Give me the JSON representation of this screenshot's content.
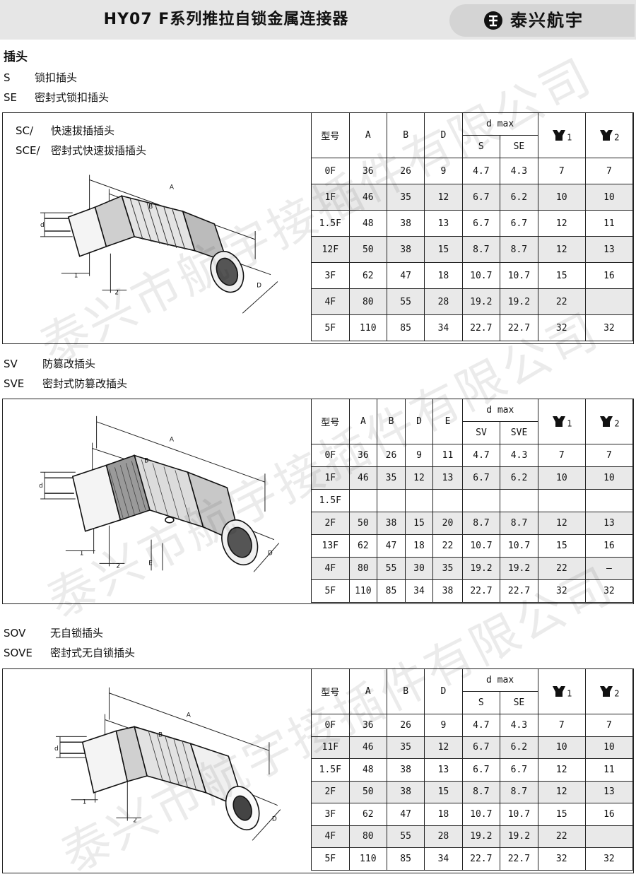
{
  "header": {
    "title": "HY07 F系列推拉自锁金属连接器",
    "brand": "泰兴航宇"
  },
  "section_title": "插头",
  "top_labels": [
    {
      "code": "S",
      "desc": "锁扣插头"
    },
    {
      "code": "SE",
      "desc": "密封式锁扣插头"
    }
  ],
  "watermark": "泰兴市航宇接插件有限公司",
  "panels": [
    {
      "inner_labels": [
        {
          "code": "SC/",
          "desc": "快速拔插插头"
        },
        {
          "code": "SCE/",
          "desc": "密封式快速拔插插头"
        }
      ],
      "dim_labels": {
        "A": "A",
        "B": "B",
        "d": "d",
        "D": "D",
        "w1": "1",
        "w2": "2"
      },
      "table": {
        "headers": [
          "型号",
          "A",
          "B",
          "D"
        ],
        "dmax_label": "d max",
        "dmax_cols": [
          "S",
          "SE"
        ],
        "wrench_subs": [
          "1",
          "2"
        ],
        "rows": [
          [
            "0F",
            "36",
            "26",
            "9",
            "4.7",
            "4.3",
            "7",
            "7"
          ],
          [
            "1F",
            "46",
            "35",
            "12",
            "6.7",
            "6.2",
            "10",
            "10"
          ],
          [
            "1.5F",
            "48",
            "38",
            "13",
            "6.7",
            "6.7",
            "12",
            "11"
          ],
          [
            "12F",
            "50",
            "38",
            "15",
            "8.7",
            "8.7",
            "12",
            "13"
          ],
          [
            "3F",
            "62",
            "47",
            "18",
            "10.7",
            "10.7",
            "15",
            "16"
          ],
          [
            "4F",
            "80",
            "55",
            "28",
            "19.2",
            "19.2",
            "22",
            ""
          ],
          [
            "5F",
            "110",
            "85",
            "34",
            "22.7",
            "22.7",
            "32",
            "32"
          ]
        ]
      }
    },
    {
      "labels": [
        {
          "code": "SV",
          "desc": "防篡改插头"
        },
        {
          "code": "SVE",
          "desc": "密封式防篡改插头"
        }
      ],
      "dim_labels": {
        "A": "A",
        "B": "B",
        "d": "d",
        "D": "D",
        "E": "E",
        "w1": "1",
        "w2": "2"
      },
      "table": {
        "headers": [
          "型号",
          "A",
          "B",
          "D",
          "E"
        ],
        "dmax_label": "d max",
        "dmax_cols": [
          "SV",
          "SVE"
        ],
        "wrench_subs": [
          "1",
          "2"
        ],
        "rows": [
          [
            "0F",
            "36",
            "26",
            "9",
            "11",
            "4.7",
            "4.3",
            "7",
            "7"
          ],
          [
            "1F",
            "46",
            "35",
            "12",
            "13",
            "6.7",
            "6.2",
            "10",
            "10"
          ],
          [
            "1.5F",
            "",
            "",
            "",
            "",
            "",
            "",
            "",
            ""
          ],
          [
            "2F",
            "50",
            "38",
            "15",
            "20",
            "8.7",
            "8.7",
            "12",
            "13"
          ],
          [
            "13F",
            "62",
            "47",
            "18",
            "22",
            "10.7",
            "10.7",
            "15",
            "16"
          ],
          [
            "4F",
            "80",
            "55",
            "30",
            "35",
            "19.2",
            "19.2",
            "22",
            "—"
          ],
          [
            "5F",
            "110",
            "85",
            "34",
            "38",
            "22.7",
            "22.7",
            "32",
            "32"
          ]
        ]
      }
    },
    {
      "labels": [
        {
          "code": "SOV",
          "desc": "无自锁插头"
        },
        {
          "code": "SOVE",
          "desc": "密封式无自锁插头"
        }
      ],
      "dim_labels": {
        "A": "A",
        "B": "B",
        "d": "d",
        "D": "D",
        "w1": "1",
        "w2": "2"
      },
      "table": {
        "headers": [
          "型号",
          "A",
          "B",
          "D"
        ],
        "dmax_label": "d max",
        "dmax_cols": [
          "S",
          "SE"
        ],
        "wrench_subs": [
          "1",
          "2"
        ],
        "rows": [
          [
            "0F",
            "36",
            "26",
            "9",
            "4.7",
            "4.3",
            "7",
            "7"
          ],
          [
            "11F",
            "46",
            "35",
            "12",
            "6.7",
            "6.2",
            "10",
            "10"
          ],
          [
            "1.5F",
            "48",
            "38",
            "13",
            "6.7",
            "6.7",
            "12",
            "11"
          ],
          [
            "2F",
            "50",
            "38",
            "15",
            "8.7",
            "8.7",
            "12",
            "13"
          ],
          [
            "3F",
            "62",
            "47",
            "18",
            "10.7",
            "10.7",
            "15",
            "16"
          ],
          [
            "4F",
            "80",
            "55",
            "28",
            "19.2",
            "19.2",
            "22",
            ""
          ],
          [
            "5F",
            "110",
            "85",
            "34",
            "22.7",
            "22.7",
            "32",
            "32"
          ]
        ]
      }
    }
  ]
}
